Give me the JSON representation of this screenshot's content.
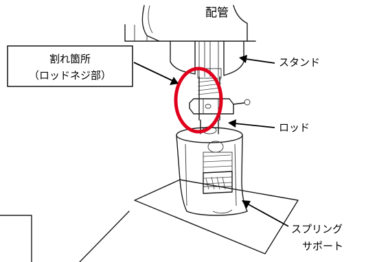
{
  "labels": {
    "piping": "配管",
    "crack_location_line1": "割れ箇所",
    "crack_location_line2": "（ロッドネジ部）",
    "stand": "スタンド",
    "rod": "ロッド",
    "spring_support_line1": "スプリング",
    "spring_support_line2": "サポート"
  },
  "colors": {
    "highlight_ellipse": "#e0001b",
    "ink": "#1a1a1a",
    "background": "#ffffff"
  }
}
